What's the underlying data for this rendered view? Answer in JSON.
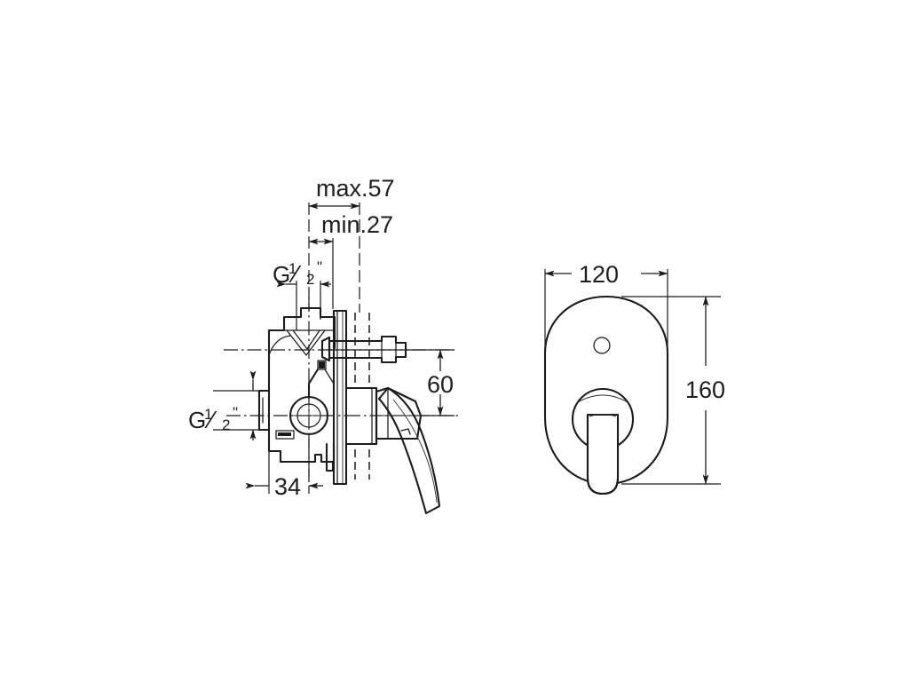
{
  "page": {
    "title": "Built-in bath/shower mixer dimensional drawing",
    "background_color": "#ffffff",
    "line_color": "#1c1c1c",
    "text_color": "#1f1f1f",
    "units": "mm"
  },
  "views": {
    "left": {
      "name": "side-section-view",
      "description": "Side section of built-in valve body with lever handle"
    },
    "right": {
      "name": "front-faceplate-view",
      "description": "Front elevation of oval faceplate with lever and diverter button"
    }
  },
  "dimensions": {
    "max_depth": {
      "label": "max.57",
      "value": 57,
      "qualifier": "max",
      "view": "left",
      "orientation": "horizontal"
    },
    "min_depth": {
      "label": "min.27",
      "value": 27,
      "qualifier": "min",
      "view": "left",
      "orientation": "horizontal"
    },
    "thread_top": {
      "label_prefix": "G",
      "label_numerator": "1",
      "label_denominator": "2",
      "label_suffix": "\"",
      "label_plain": "G1/2\"",
      "view": "left",
      "position": "top-inlet"
    },
    "thread_side": {
      "label_prefix": "G",
      "label_numerator": "1",
      "label_denominator": "2",
      "label_suffix": "\"",
      "label_plain": "G1/2\"",
      "view": "left",
      "position": "side-inlet"
    },
    "height_60": {
      "label": "60",
      "value": 60,
      "view": "left",
      "orientation": "vertical"
    },
    "depth_34": {
      "label": "34",
      "value": 34,
      "view": "left",
      "orientation": "horizontal"
    },
    "width_120": {
      "label": "120",
      "value": 120,
      "view": "right",
      "orientation": "horizontal"
    },
    "height_160": {
      "label": "160",
      "value": 160,
      "view": "right",
      "orientation": "vertical"
    }
  }
}
